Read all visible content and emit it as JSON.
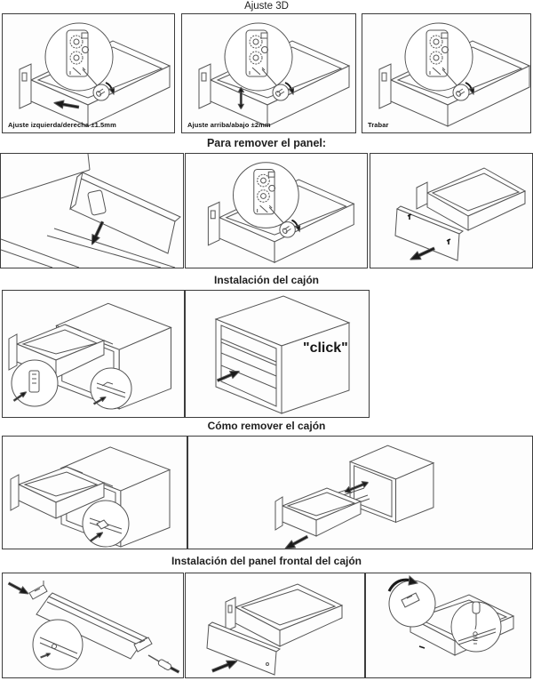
{
  "palette": {
    "background": "#ffffff",
    "panel_background": "#fdfdfd",
    "line": "#555555",
    "ink": "#1a1a1a"
  },
  "sections": [
    {
      "id": "ajuste-3d",
      "title": "Ajuste 3D",
      "panels": [
        {
          "caption": "Ajuste izquierda/derecha ±1.5mm",
          "alt": "drawer with left-right adjustment arrow and mechanism detail circle"
        },
        {
          "caption": "Ajuste arriba/abajo ±2mm",
          "alt": "drawer with up-down adjustment arrow and mechanism detail circle"
        },
        {
          "caption": "Trabar",
          "alt": "drawer with locking mechanism detail circle"
        }
      ]
    },
    {
      "id": "para-remover-el-panel",
      "title": "Para remover el panel:",
      "panels": [
        {
          "alt": "close-up of back panel opening with release arrow"
        },
        {
          "alt": "drawer with mechanism detail circle and screw bit"
        },
        {
          "alt": "drawer box with front panel detached, arrow pointing away"
        }
      ]
    },
    {
      "id": "instalacion-del-cajon",
      "title": "Instalación del cajón",
      "panels": [
        {
          "alt": "cabinet with drawer on rails and two detail circles"
        },
        {
          "alt": "cabinet with drawer pushed in",
          "annotation": "\"click\""
        }
      ]
    },
    {
      "id": "como-remover-el-cajon",
      "title": "Cómo remover el cajón",
      "panels": [
        {
          "alt": "cabinet with extended drawer and release lever detail circle"
        },
        {
          "alt": "cabinet with drawer fully removed from rails, arrow pointing out"
        }
      ]
    },
    {
      "id": "instalacion-del-panel-frontal",
      "title": "Instalación del panel frontal del cajón",
      "panels": [
        {
          "alt": "front panel with clips being attached, screwdriver and screw detail circle"
        },
        {
          "alt": "front panel being pushed onto drawer box"
        },
        {
          "alt": "drawer box with clip rotation and screwdriver detail circles"
        }
      ]
    }
  ]
}
